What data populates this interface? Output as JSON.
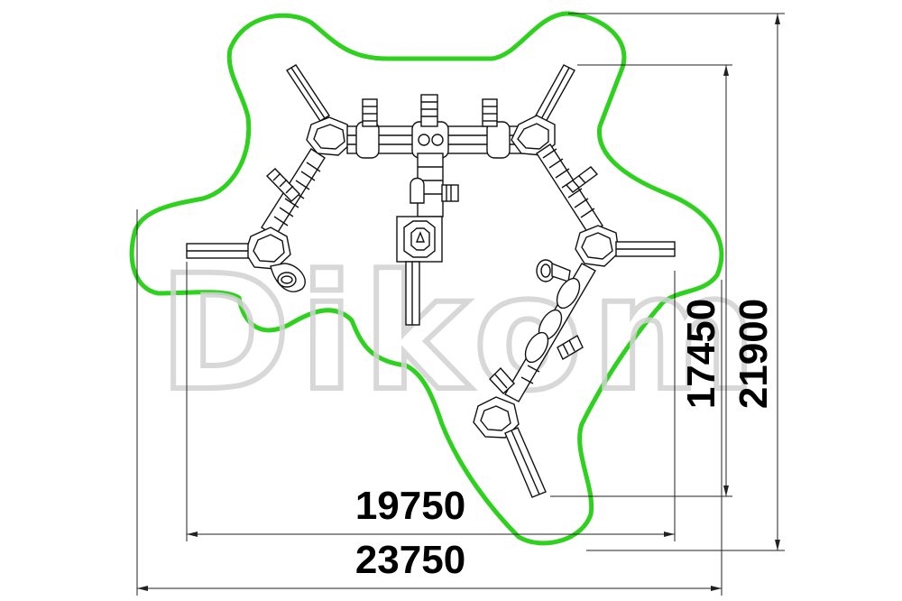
{
  "watermark": {
    "text": "Dikom",
    "color": "#cfcfcf"
  },
  "safety_zone": {
    "color": "#2fd11f"
  },
  "dimensions": {
    "width_inner": "19750",
    "width_outer": "23750",
    "height_inner": "17450",
    "height_outer": "21900"
  }
}
